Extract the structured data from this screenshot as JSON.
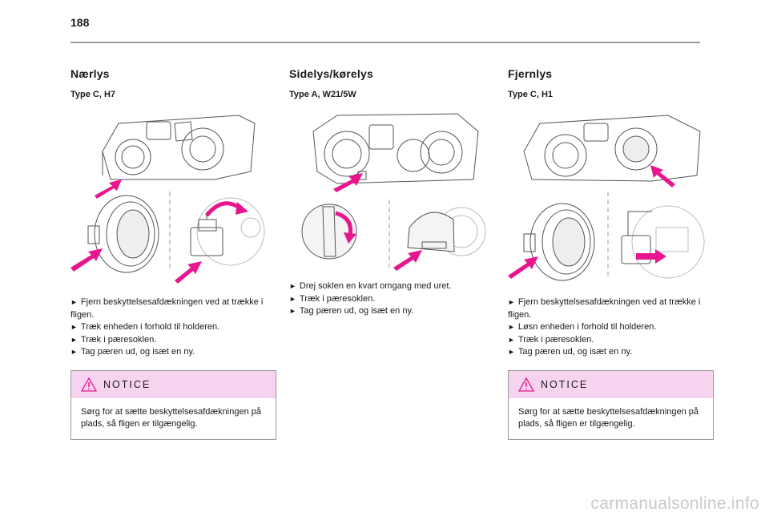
{
  "page": {
    "number": "188"
  },
  "columns": [
    {
      "title": "Nærlys",
      "subtitle": "Type C, H7",
      "steps": [
        "Fjern beskyttelsesafdækningen ved at trække i fligen.",
        "Træk enheden i forhold til holderen.",
        "Træk i pæresoklen.",
        "Tag pæren ud, og isæt en ny."
      ],
      "notice": {
        "title": "NOTICE",
        "body": "Sørg for at sætte beskyttelsesafdækningen på plads, så fligen er tilgængelig."
      }
    },
    {
      "title": "Sidelys/kørelys",
      "subtitle": "Type A, W21/5W",
      "steps": [
        "Drej soklen en kvart omgang med uret.",
        "Træk i pæresoklen.",
        "Tag pæren ud, og isæt en ny."
      ]
    },
    {
      "title": "Fjernlys",
      "subtitle": "Type C, H1",
      "steps": [
        "Fjern beskyttelsesafdækningen ved at trække i fligen.",
        "Løsn enheden i forhold til holderen.",
        "Træk i pæresoklen.",
        "Tag pæren ud, og isæt en ny."
      ],
      "notice": {
        "title": "NOTICE",
        "body": "Sørg for at sætte beskyttelsesafdækningen på plads, så fligen er tilgængelig."
      }
    }
  ],
  "footer": {
    "watermark": "carmanualsonline.info"
  },
  "colors": {
    "accent_arrow": "#e8168e",
    "notice_bg": "#f6d3ef",
    "rule": "#9a9a9a"
  }
}
